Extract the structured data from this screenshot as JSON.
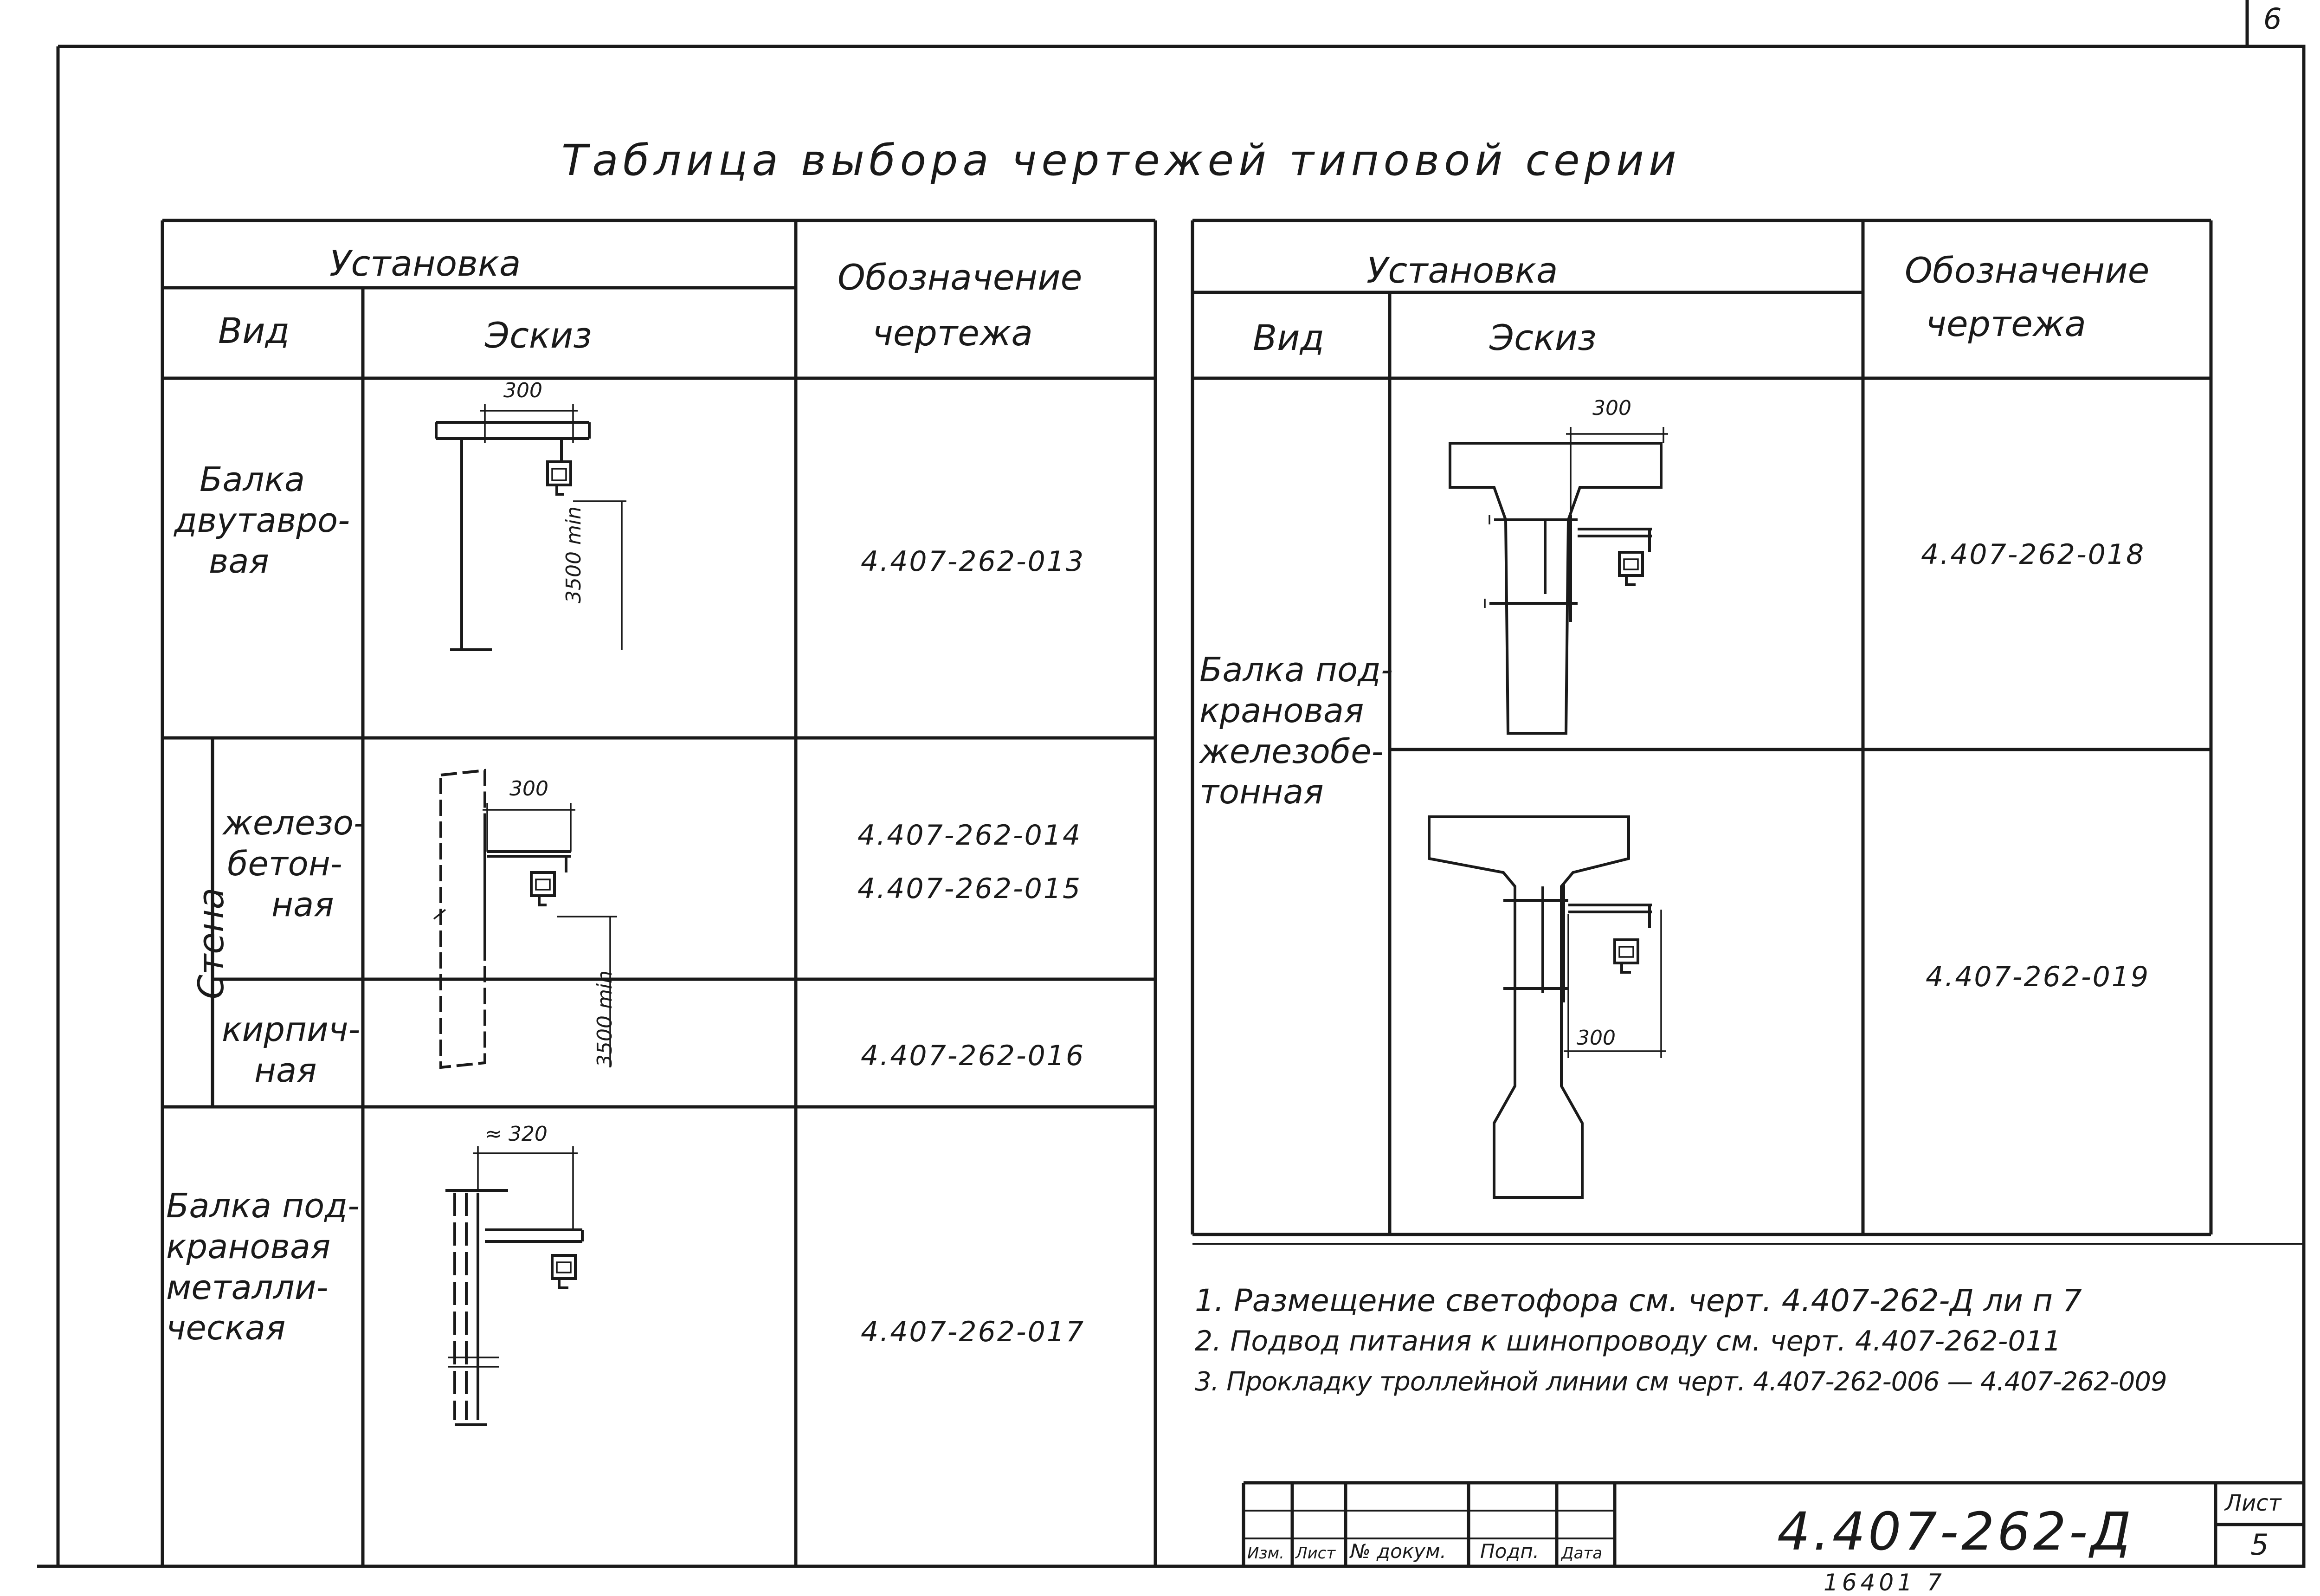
{
  "page_number": "6",
  "title": "Таблица выбора чертежей типовой серии",
  "left_table": {
    "header_group": "Установка",
    "col_view": "Вид",
    "col_sketch": "Эскиз",
    "col_designation_line1": "Обозначение",
    "col_designation_line2": "чертежа",
    "rows": [
      {
        "view_line1": "Балка",
        "view_line2": "двутавро-",
        "view_line3": "вая",
        "codes": [
          "4.407-262-013"
        ],
        "dims": [
          "300",
          "3500 min"
        ]
      },
      {
        "group": "Стена",
        "view_line1": "железо-",
        "view_line2": "бетон-",
        "view_line3": "ная",
        "codes": [
          "4.407-262-014",
          "4.407-262-015"
        ],
        "dims": [
          "300",
          "3500 min"
        ]
      },
      {
        "view_line1": "кирпич-",
        "view_line2": "ная",
        "codes": [
          "4.407-262-016"
        ]
      },
      {
        "view_line1": "Балка под-",
        "view_line2": "крановая",
        "view_line3": "металли-",
        "view_line4": "ческая",
        "codes": [
          "4.407-262-017"
        ],
        "dims": [
          "≈ 320"
        ]
      }
    ]
  },
  "right_table": {
    "header_group": "Установка",
    "col_view": "Вид",
    "col_sketch": "Эскиз",
    "col_designation_line1": "Обозначение",
    "col_designation_line2": "чертежа",
    "view_line1": "Балка под-",
    "view_line2": "крановая",
    "view_line3": "железобе-",
    "view_line4": "тонная",
    "codes": [
      "4.407-262-018",
      "4.407-262-019"
    ],
    "dims": [
      "300",
      "300"
    ]
  },
  "notes": [
    "1. Размещение светофора см. черт. 4.407-262-Д ли п 7",
    "2. Подвод питания к шинопроводу см. черт. 4.407-262-011",
    "3. Прокладку троллейной линии см черт. 4.407-262-006 — 4.407-262-009"
  ],
  "title_block": {
    "col_labels": [
      "Изм.",
      "Лист",
      "№ докум.",
      "Подп.",
      "Дата"
    ],
    "designation": "4.407-262-Д",
    "sheet_label": "Лист",
    "sheet_number": "5"
  },
  "inventory_number": "16401 7"
}
